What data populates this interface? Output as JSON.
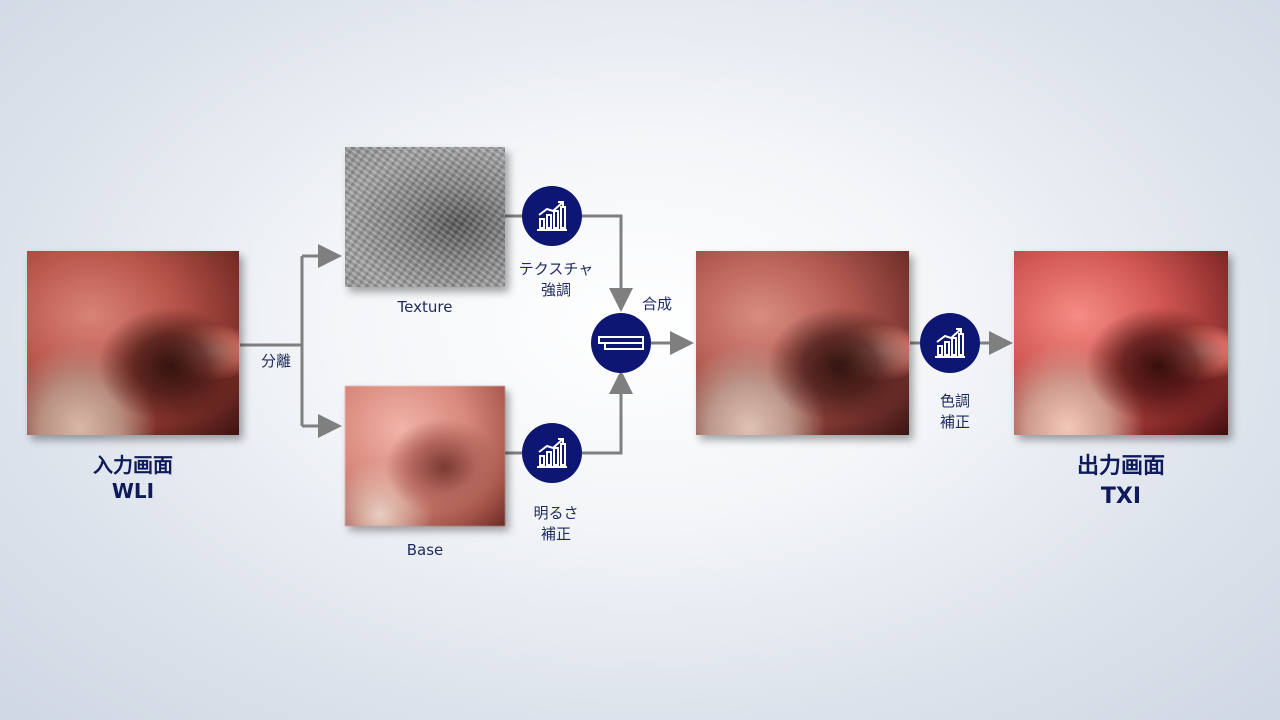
{
  "input": {
    "title": "入力画面",
    "subtitle": "WLI"
  },
  "output": {
    "title": "出力画面",
    "subtitle": "TXI"
  },
  "labels": {
    "separate": "分離",
    "texture": "Texture",
    "base": "Base",
    "texture_enhance_1": "テクスチャ",
    "texture_enhance_2": "強調",
    "brightness_1": "明るさ",
    "brightness_2": "補正",
    "combine": "合成",
    "color_1": "色調",
    "color_2": "補正"
  },
  "icons": {
    "texture_enhance": "chart-up-icon",
    "brightness": "chart-up-icon",
    "combine": "layers-icon",
    "color": "chart-up-icon"
  },
  "colors": {
    "accent": "#0e1673",
    "arrow": "#7f7f7f",
    "title": "#0f1a5a"
  }
}
